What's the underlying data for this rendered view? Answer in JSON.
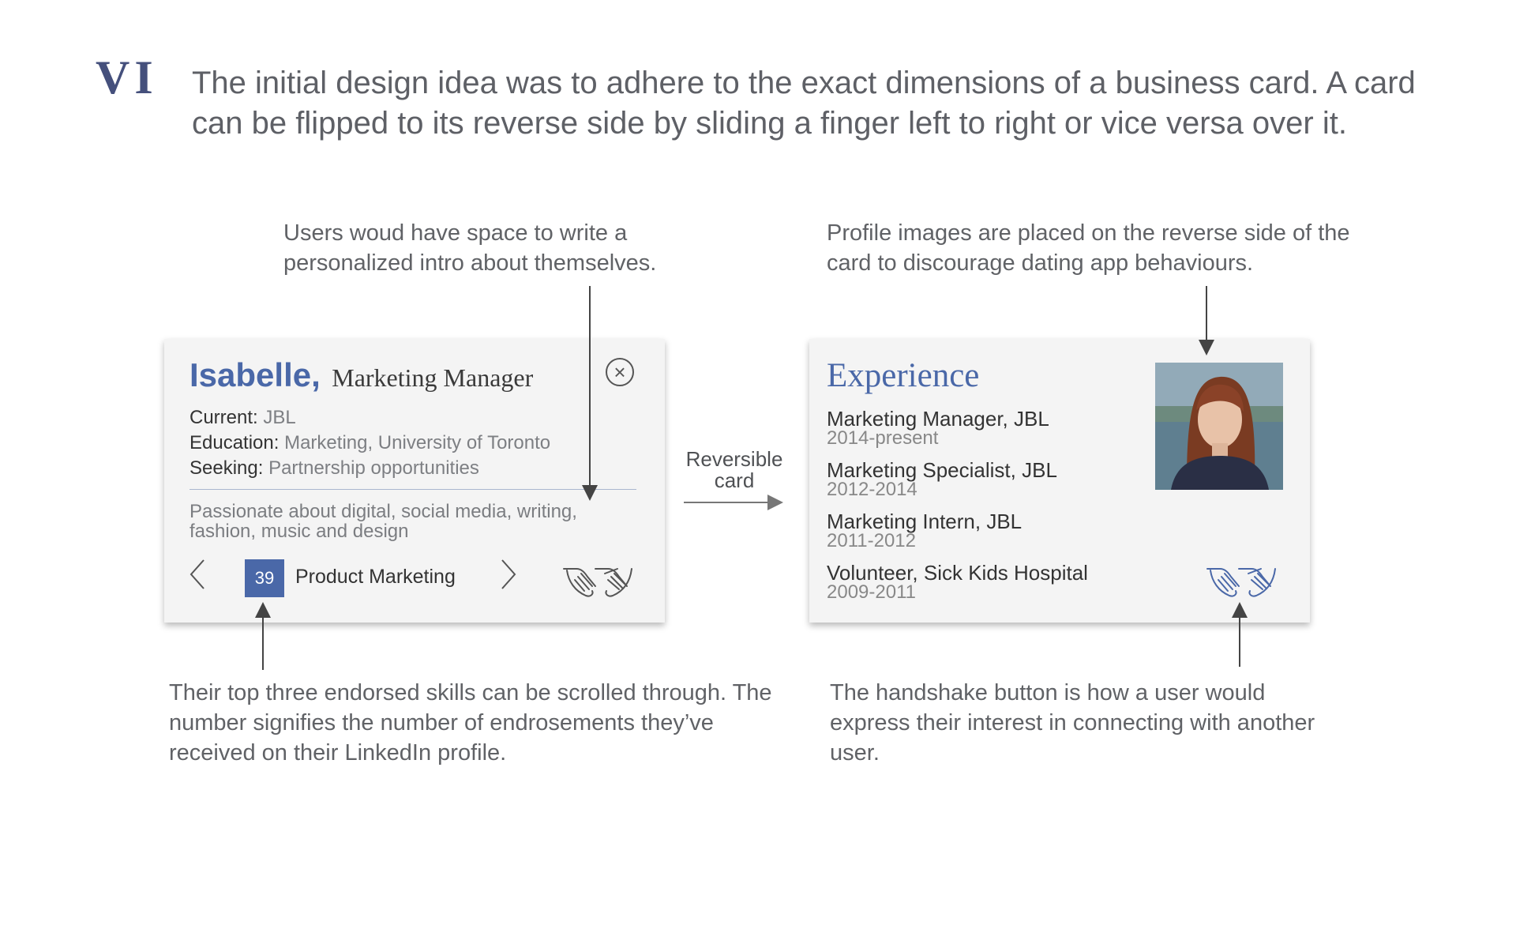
{
  "header": {
    "numeral": "VI",
    "text": "The initial design idea was to adhere to the exact dimensions of a business card. A card can be flipped to its reverse side by sliding a finger left to right or vice versa over it."
  },
  "annotations": {
    "intro": "Users woud have space to write a personalized intro about themselves.",
    "photo": "Profile images are placed on the reverse side of the card to discourage dating app behaviours.",
    "skills": "Their top three endorsed skills can be scrolled through. The number signifies the number of endrosements they’ve received on their LinkedIn profile.",
    "handshake": "The handshake button is how a user would express their interest in connecting with another user.",
    "flip_label": "Reversible card"
  },
  "front_card": {
    "name": "Isabelle",
    "comma": ",",
    "role": "Marketing Manager",
    "current_label": "Current:",
    "current_value": "JBL",
    "education_label": "Education:",
    "education_value": "Marketing, University of Toronto",
    "seeking_label": "Seeking:",
    "seeking_value": "Partnership opportunities",
    "intro": "Passionate about digital, social media, writing, fashion, music and design",
    "endorsement_count": "39",
    "skill": "Product Marketing",
    "close_icon": "close-circle-icon",
    "prev_icon": "chevron-left-icon",
    "next_icon": "chevron-right-icon",
    "handshake_icon": "handshake-icon",
    "handshake_color": "#555555"
  },
  "back_card": {
    "title": "Experience",
    "jobs": [
      {
        "title": "Marketing Manager, JBL",
        "dates": "2014-present"
      },
      {
        "title": "Marketing Specialist, JBL",
        "dates": "2012-2014"
      },
      {
        "title": "Marketing Intern, JBL",
        "dates": "2011-2012"
      },
      {
        "title": "Volunteer, Sick Kids Hospital",
        "dates": "2009-2011"
      }
    ],
    "handshake_icon": "handshake-icon",
    "handshake_color": "#4a68a8"
  },
  "colors": {
    "accent": "#4a68a8",
    "numeral": "#45507c",
    "text": "#5e6066",
    "card_bg": "#f4f4f4"
  }
}
